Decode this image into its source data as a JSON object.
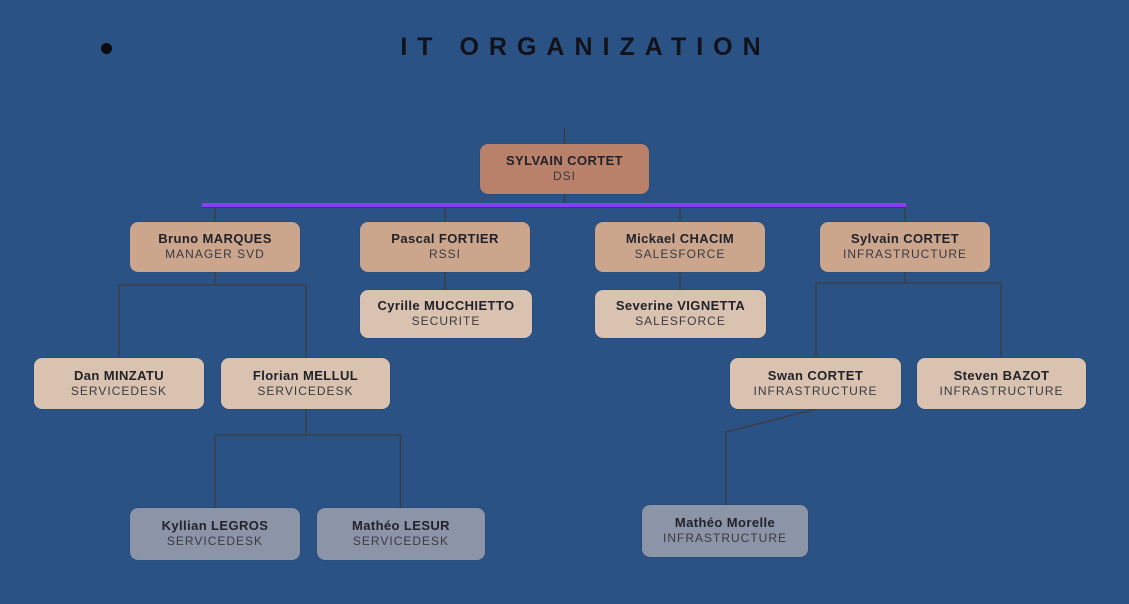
{
  "title": "IT ORGANIZATION",
  "colors": {
    "background": "#2B5284",
    "title_text": "#12121A",
    "name_text": "#22222A",
    "role_text": "#3A3A42",
    "level1_box": "#B9806A",
    "level2_box": "#CBA58C",
    "level3_box": "#D9C3B0",
    "level4_box": "#8C95A8",
    "connector_purple": "#8840F0",
    "connector_line": "#3C3C40"
  },
  "org": {
    "nodes": [
      {
        "name": "SYLVAIN CORTET",
        "role": "DSI"
      },
      {
        "name": "Bruno MARQUES",
        "role": "MANAGER SVD"
      },
      {
        "name": "Pascal FORTIER",
        "role": "RSSI"
      },
      {
        "name": "Mickael CHACIM",
        "role": "SALESFORCE"
      },
      {
        "name": "Sylvain CORTET",
        "role": "INFRASTRUCTURE"
      },
      {
        "name": "Cyrille MUCCHIETTO",
        "role": "SECURITE"
      },
      {
        "name": "Severine VIGNETTA",
        "role": "SALESFORCE"
      },
      {
        "name": "Dan MINZATU",
        "role": "SERVICEDESK"
      },
      {
        "name": "Florian MELLUL",
        "role": "SERVICEDESK"
      },
      {
        "name": "Swan CORTET",
        "role": "INFRASTRUCTURE"
      },
      {
        "name": "Steven BAZOT",
        "role": "INFRASTRUCTURE"
      },
      {
        "name": "Kyllian LEGROS",
        "role": "SERVICEDESK"
      },
      {
        "name": "Mathéo LESUR",
        "role": "SERVICEDESK"
      },
      {
        "name": "Mathéo Morelle",
        "role": "INFRASTRUCTURE"
      }
    ]
  }
}
